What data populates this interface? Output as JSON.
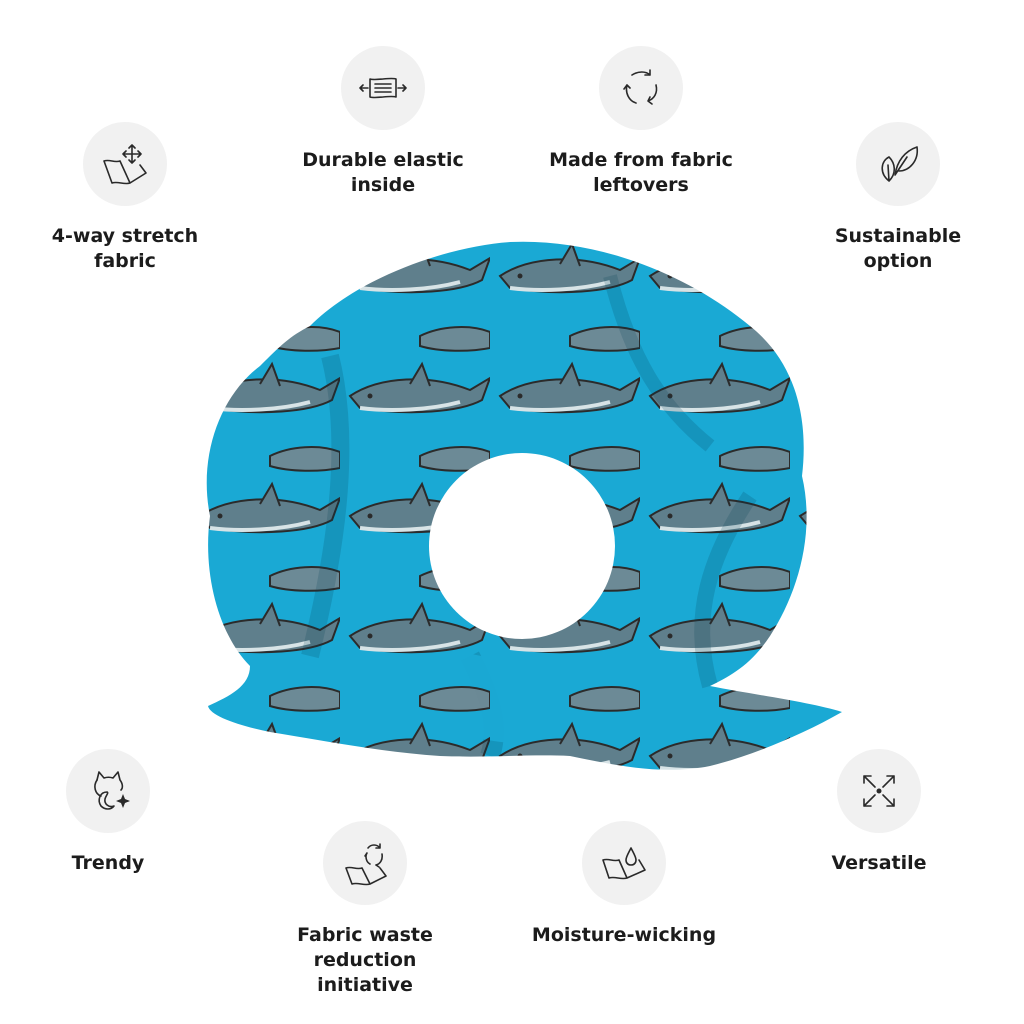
{
  "features": [
    {
      "id": "stretch",
      "label": "4-way stretch\nfabric",
      "icon": "stretch-fabric-icon"
    },
    {
      "id": "elastic",
      "label": "Durable elastic\ninside",
      "icon": "elastic-arrows-icon"
    },
    {
      "id": "leftovers",
      "label": "Made from fabric\nleftovers",
      "icon": "recycle-arrows-icon"
    },
    {
      "id": "sustainable",
      "label": "Sustainable\noption",
      "icon": "leaves-icon"
    },
    {
      "id": "trendy",
      "label": "Trendy",
      "icon": "cat-sparkle-icon"
    },
    {
      "id": "waste",
      "label": "Fabric waste reduction\ninitiative",
      "icon": "fabric-recycle-icon"
    },
    {
      "id": "moisture",
      "label": "Moisture-wicking",
      "icon": "water-drop-fabric-icon"
    },
    {
      "id": "versatile",
      "label": "Versatile",
      "icon": "expand-arrows-icon"
    }
  ],
  "product": {
    "name": "shark-print-scrunchie",
    "fabric_color": "#1aa9d4",
    "pattern_color": "#5f7f8c"
  }
}
